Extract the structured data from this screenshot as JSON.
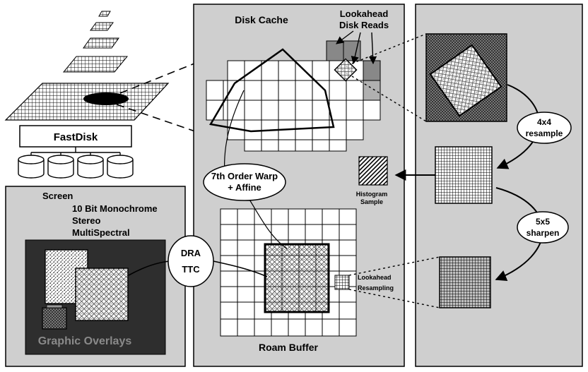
{
  "labels": {
    "fastdisk": "FastDisk",
    "screen": "Screen",
    "mono": "10 Bit Monochrome",
    "stereo": "Stereo",
    "multispectral": "MultiSpectral",
    "graphic_overlays": "Graphic Overlays",
    "disk_cache": "Disk Cache",
    "lookahead_reads_1": "Lookahead",
    "lookahead_reads_2": "Disk Reads",
    "warp_1": "7th Order Warp",
    "warp_2": "+ Affine",
    "dra": "DRA",
    "ttc": "TTC",
    "roam_buffer": "Roam Buffer",
    "histogram_1": "Histogram",
    "histogram_2": "Sample",
    "lookahead_resampling_1": "Lookahead",
    "lookahead_resampling_2": "Resampling",
    "resample_1": "4x4",
    "resample_2": "resample",
    "sharpen_1": "5x5",
    "sharpen_2": "sharpen"
  },
  "colors": {
    "panel": "#cfcfcf",
    "screen_bg": "#6a6a6a",
    "display_bg": "#2e2e2e",
    "line": "#000000"
  }
}
